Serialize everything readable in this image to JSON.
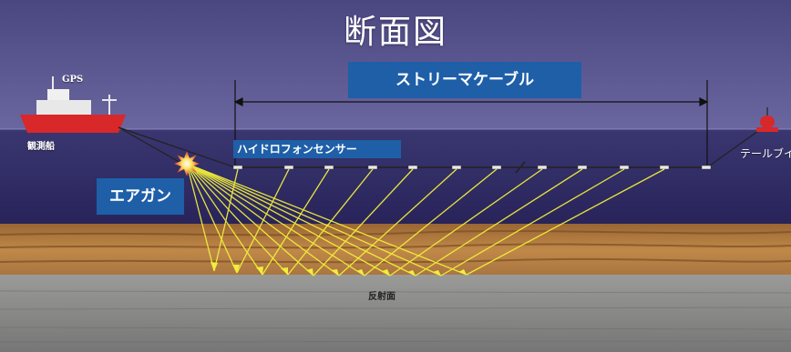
{
  "title": "断面図",
  "labels": {
    "streamer_cable": "ストリーマケーブル",
    "hydrophone_sensor": "ハイドロフォンセンサー",
    "air_gun": "エアガン",
    "gps": "GPS",
    "survey_ship": "観測船",
    "tail_buoy": "テールブイ",
    "reflection_surface": "反射面"
  },
  "colors": {
    "sky": "#5a5690",
    "sea": "#2f2b63",
    "sediment": "#b07a42",
    "bedrock": "#8a8a8a",
    "label_box": "#1e5fa8",
    "ray": "#f2ee3a",
    "ship_hull": "#d8282a"
  },
  "icons": {
    "ship": "survey-ship-icon",
    "buoy": "tail-buoy-icon",
    "burst": "airgun-burst-icon"
  }
}
